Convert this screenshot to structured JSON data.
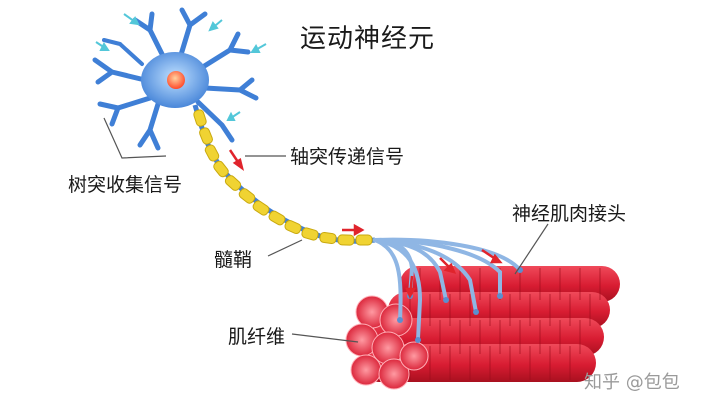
{
  "title": "运动神经元",
  "labels": {
    "dendrites": "树突收集信号",
    "axon": "轴突传递信号",
    "myelin": "髓鞘",
    "neuromuscular_junction": "神经肌肉接头",
    "muscle_fiber": "肌纤维"
  },
  "watermark": "知乎 @包包",
  "colors": {
    "neuron": "#3f7fd6",
    "soma": "#6fa8ea",
    "nucleus": "#ff6a3d",
    "myelin": "#f0d332",
    "muscle": "#d81c32",
    "arrow": "#e0242c",
    "incoming_signal": "#53c7d9"
  }
}
